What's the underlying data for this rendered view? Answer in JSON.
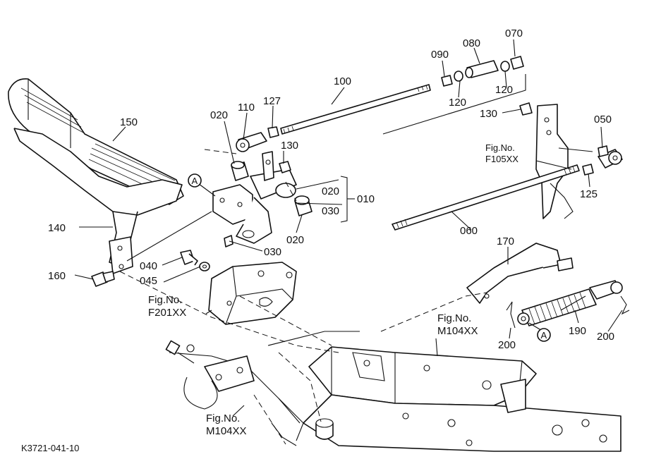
{
  "part_labels": {
    "p150": "150",
    "p140": "140",
    "p160": "160",
    "p020a": "020",
    "p110": "110",
    "p127": "127",
    "p130a": "130",
    "p100": "100",
    "p090": "090",
    "p080": "080",
    "p070": "070",
    "p120a": "120",
    "p120b": "120",
    "p130b": "130",
    "p050": "050",
    "p125": "125",
    "p060": "060",
    "p020b": "020",
    "p030a": "030",
    "p010": "010",
    "p020c": "020",
    "p030b": "030",
    "p040": "040",
    "p045": "045",
    "p170": "170",
    "p190": "190",
    "p200a": "200",
    "p200b": "200"
  },
  "markers": {
    "a1": "A",
    "a2": "A"
  },
  "fig_refs": {
    "f105_line1": "Fig.No.",
    "f105_line2": "F105XX",
    "f201_line1": "Fig.No.",
    "f201_line2": "F201XX",
    "m104a_line1": "Fig.No.",
    "m104a_line2": "M104XX",
    "m104b_line1": "Fig.No.",
    "m104b_line2": "M104XX"
  },
  "drawing_id": "K3721-041-10"
}
